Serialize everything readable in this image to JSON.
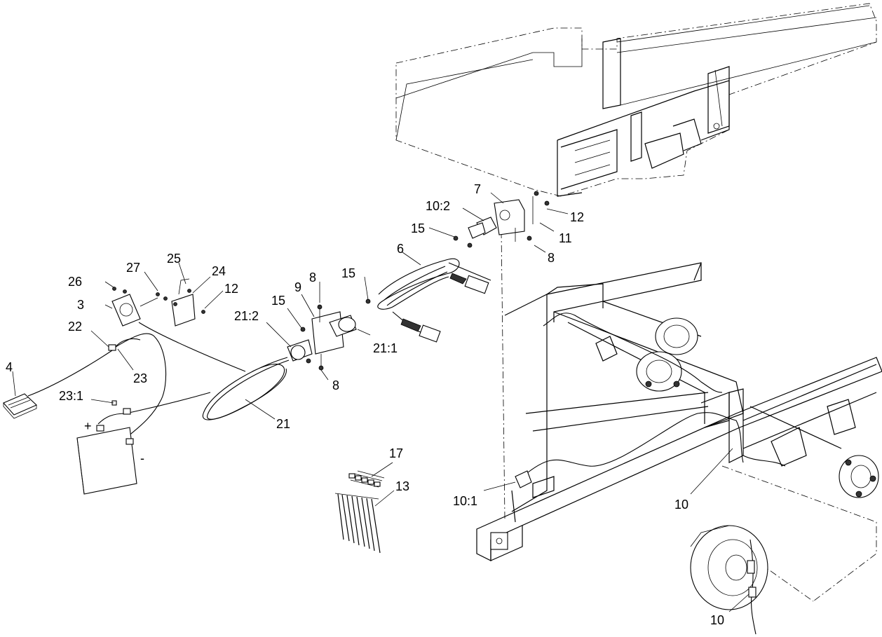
{
  "callouts": {
    "c7": "7",
    "c10_2": "10:2",
    "c12a": "12",
    "c15a": "15",
    "c11": "11",
    "c6": "6",
    "c8a": "8",
    "c15b": "15",
    "c8b": "8",
    "c27": "27",
    "c25": "25",
    "c24": "24",
    "c26": "26",
    "c12b": "12",
    "c9": "9",
    "c15c": "15",
    "c3": "3",
    "c21_2": "21:2",
    "c21_1": "21:1",
    "c22": "22",
    "c23": "23",
    "c4": "4",
    "c8c": "8",
    "c23_1": "23:1",
    "c21": "21",
    "c17": "17",
    "c13": "13",
    "c10_1": "10:1",
    "c10a": "10",
    "c10b": "10",
    "plus": "+",
    "minus": "-"
  }
}
